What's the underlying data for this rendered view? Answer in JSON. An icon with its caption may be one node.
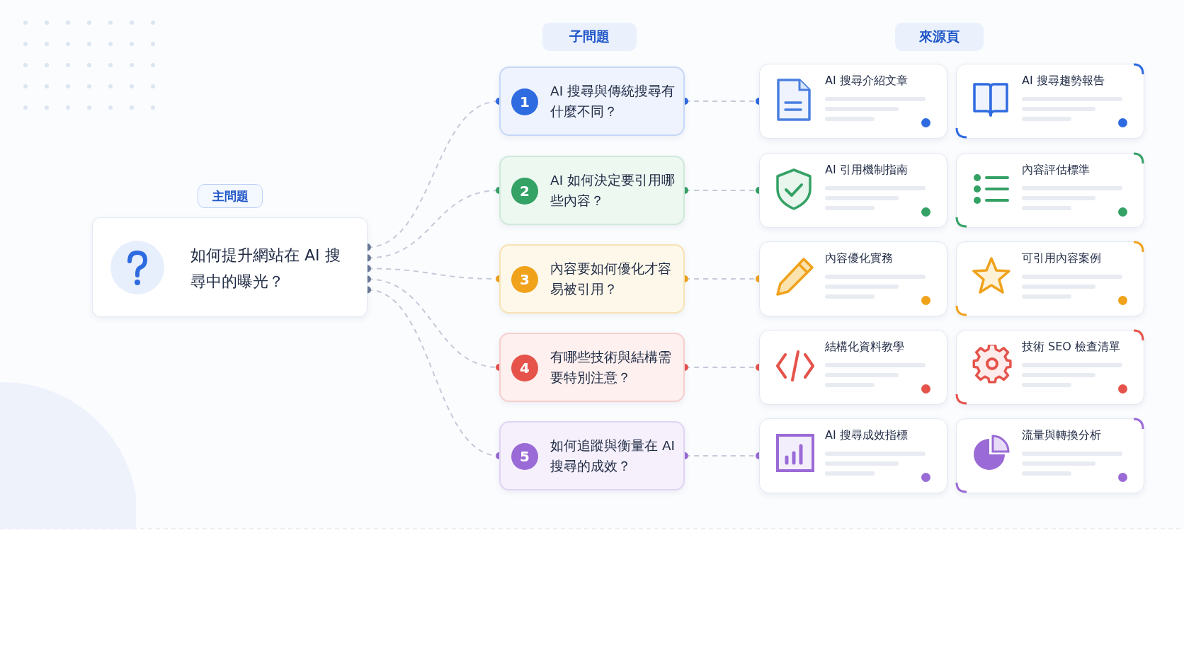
{
  "diagram": {
    "nodes": [
      {
        "text": [
          "如何提升網站在 AI 搜尋中的曝光？"
        ]
      },
      {
        "text": [
          "1",
          "AI 搜尋與傳統搜尋有什麼不同？"
        ]
      },
      {
        "text": [
          "2",
          "AI 如何決定要引用哪些內容？"
        ]
      },
      {
        "text": [
          "3",
          "內容要如何優化才容易被引用？"
        ]
      },
      {
        "text": [
          "4",
          "有哪些技術與結構需要特別注意？"
        ]
      },
      {
        "text": [
          "5",
          "如何追蹤與衡量在 AI 搜尋的成效？"
        ]
      },
      {
        "text": [
          "AI 搜尋介紹文章"
        ]
      },
      {
        "text": [
          "AI 搜尋趨勢報告"
        ]
      },
      {
        "text": [
          "AI 引用機制指南"
        ]
      },
      {
        "text": [
          "內容評估標準"
        ]
      },
      {
        "text": [
          "內容優化實務"
        ]
      },
      {
        "text": [
          "可引用內容案例"
        ]
      },
      {
        "text": [
          "結構化資料教學"
        ]
      },
      {
        "text": [
          "技術 SEO 檢查清單"
        ]
      },
      {
        "text": [
          "AI 搜尋成效指標"
        ]
      },
      {
        "text": [
          "流量與轉換分析"
        ]
      }
    ],
    "edges": [
      {
        "from": 0,
        "to": 1,
        "arrow": "other",
        "style": "dashed"
      },
      {
        "from": 0,
        "to": 2,
        "arrow": "other",
        "style": "dashed"
      },
      {
        "from": 0,
        "to": 3,
        "arrow": "other",
        "style": "dashed"
      },
      {
        "from": 0,
        "to": 4,
        "arrow": "other",
        "style": "dashed"
      },
      {
        "from": 0,
        "to": 5,
        "arrow": "other",
        "style": "dashed"
      },
      {
        "from": 1,
        "to": 6,
        "arrow": "other",
        "style": "dashed"
      },
      {
        "from": 2,
        "to": 8,
        "arrow": "other",
        "style": "dashed"
      },
      {
        "from": 3,
        "to": 10,
        "arrow": "other",
        "style": "dashed"
      },
      {
        "from": 4,
        "to": 12,
        "arrow": "other",
        "style": "dashed"
      },
      {
        "from": 5,
        "to": 14,
        "arrow": "other",
        "style": "dashed"
      }
    ],
    "labels": [
      "子問題",
      "來源頁",
      "主問題"
    ]
  }
}
